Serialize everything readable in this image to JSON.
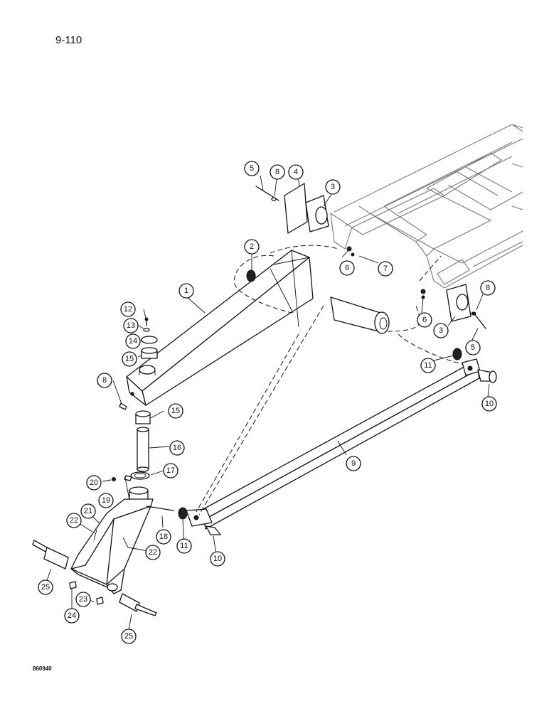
{
  "page_number": "9-110",
  "drawing_code": "860940",
  "callouts": [
    {
      "id": "c1",
      "label": "1"
    },
    {
      "id": "c2",
      "label": "2"
    },
    {
      "id": "c3a",
      "label": "3"
    },
    {
      "id": "c3b",
      "label": "3"
    },
    {
      "id": "c4",
      "label": "4"
    },
    {
      "id": "c5a",
      "label": "5"
    },
    {
      "id": "c5b",
      "label": "5"
    },
    {
      "id": "c6a",
      "label": "6"
    },
    {
      "id": "c6b",
      "label": "6"
    },
    {
      "id": "c7",
      "label": "7"
    },
    {
      "id": "c8a",
      "label": "8"
    },
    {
      "id": "c8b",
      "label": "8"
    },
    {
      "id": "c8c",
      "label": "8"
    },
    {
      "id": "c9",
      "label": "9"
    },
    {
      "id": "c10a",
      "label": "10"
    },
    {
      "id": "c10b",
      "label": "10"
    },
    {
      "id": "c11a",
      "label": "11"
    },
    {
      "id": "c11b",
      "label": "11"
    },
    {
      "id": "c12",
      "label": "12"
    },
    {
      "id": "c13",
      "label": "13"
    },
    {
      "id": "c14",
      "label": "14"
    },
    {
      "id": "c15a",
      "label": "15"
    },
    {
      "id": "c15b",
      "label": "15"
    },
    {
      "id": "c16",
      "label": "16"
    },
    {
      "id": "c17",
      "label": "17"
    },
    {
      "id": "c18",
      "label": "18"
    },
    {
      "id": "c19",
      "label": "19"
    },
    {
      "id": "c20",
      "label": "20"
    },
    {
      "id": "c21",
      "label": "21"
    },
    {
      "id": "c22a",
      "label": "22"
    },
    {
      "id": "c22b",
      "label": "22"
    },
    {
      "id": "c23",
      "label": "23"
    },
    {
      "id": "c24",
      "label": "24"
    },
    {
      "id": "c25a",
      "label": "25"
    },
    {
      "id": "c25b",
      "label": "25"
    }
  ]
}
